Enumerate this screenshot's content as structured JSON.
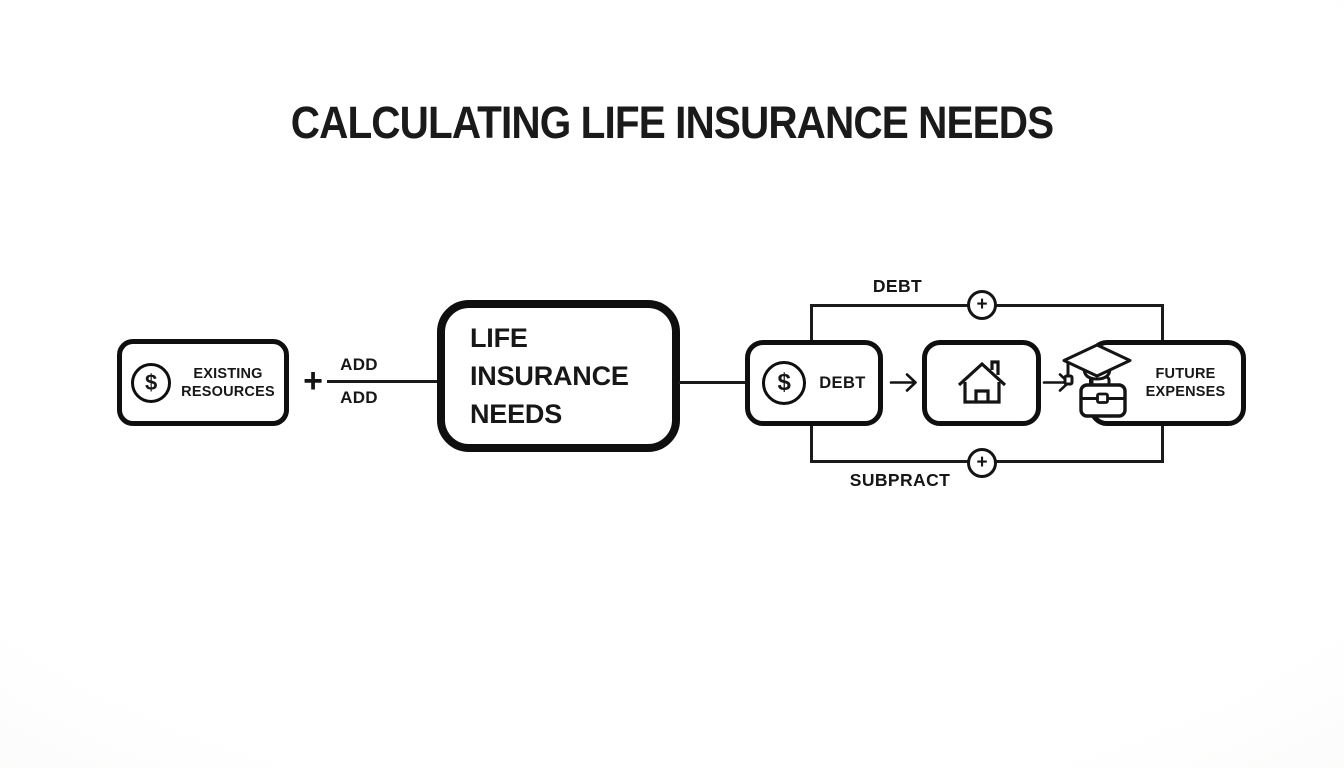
{
  "title": "CALCULATING LIFE INSURANCE NEEDS",
  "glyphs": {
    "dollar": "$"
  },
  "operators": {
    "plus_between_existing_and_needs": "+",
    "add_above_line": "ADD",
    "add_below_line": "ADD"
  },
  "nodes": {
    "existing_resources": {
      "line1": "EXISTING",
      "line2": "RESOURCES",
      "icon": "dollar-circle-icon"
    },
    "life_insurance_needs": {
      "line1": "LIFE",
      "line2": "INSURANCE",
      "line3": "NEEDS"
    },
    "debt": {
      "label": "DEBT",
      "icon": "dollar-circle-icon"
    },
    "home": {
      "icon": "house-icon"
    },
    "future_expenses": {
      "line1": "FUTURE",
      "line2": "EXPENSES",
      "icon": "graduation-cap-briefcase-icon"
    }
  },
  "paths": {
    "top": {
      "label": "DEBT",
      "operator": "+"
    },
    "bottom": {
      "label": "SUBPRACT",
      "operator": "+"
    },
    "flow_icon": "arrow-right-icon",
    "operator_icon": "plus-circle-icon"
  },
  "colors": {
    "ink": "#171717",
    "box_border": "#0f0f0f",
    "box_fill": "#ffffff",
    "background": "#fafaf9",
    "connector": "#1b1b1b"
  }
}
